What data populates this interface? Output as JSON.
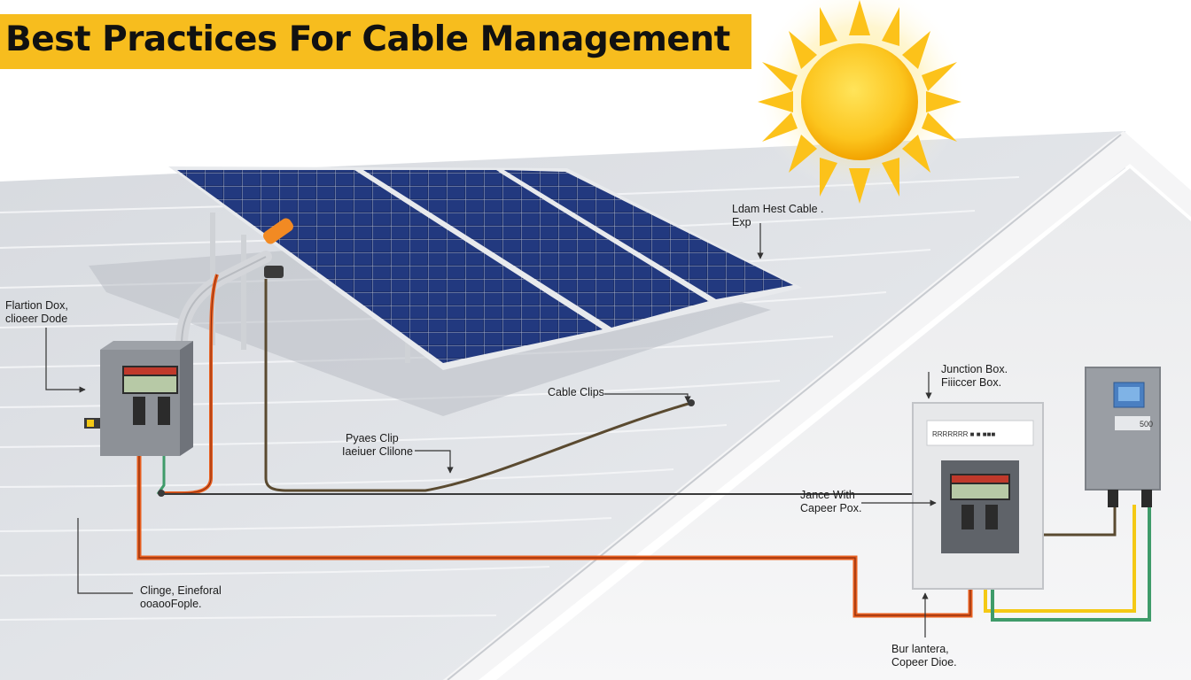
{
  "title": "Best Practices For Cable Management",
  "colors": {
    "banner": "#f7bd1e",
    "title_text": "#111111",
    "sun": "#fcc51e",
    "panel": "#1c2f6b",
    "roof": "#e3e5e8",
    "cable_orange": "#e85f1f",
    "cable_yellow": "#f4c915",
    "cable_green": "#3f9b6a"
  },
  "icons": [
    "sun-icon",
    "solar-panel-icon",
    "junction-box-icon",
    "inverter-icon"
  ],
  "labels": {
    "top_right": {
      "line1": "Ldam Hest Cable .",
      "line2": "Exp"
    },
    "left_box": {
      "line1": "Flartion Dox,",
      "line2": "clioeer Dode"
    },
    "cable_clips": {
      "line1": "Cable Clips"
    },
    "pipes_clip": {
      "line1": "Pyaes Clip",
      "line2": "Iaeiuer Clilone"
    },
    "junction_box": {
      "line1": "Junction Box.",
      "line2": "Fiiiccer Box."
    },
    "jance_with": {
      "line1": "Jance With",
      "line2": "Capeer Pox."
    },
    "clinge": {
      "line1": "Clinge, Eineforal",
      "line2": "ooaooFople."
    },
    "bur_lantern": {
      "line1": "Bur lantera,",
      "line2": "Copeer Dioe."
    }
  },
  "box_text": {
    "right_box_sign": "RRRRRRR ■ ■ ■■■",
    "inverter_text": "500"
  }
}
